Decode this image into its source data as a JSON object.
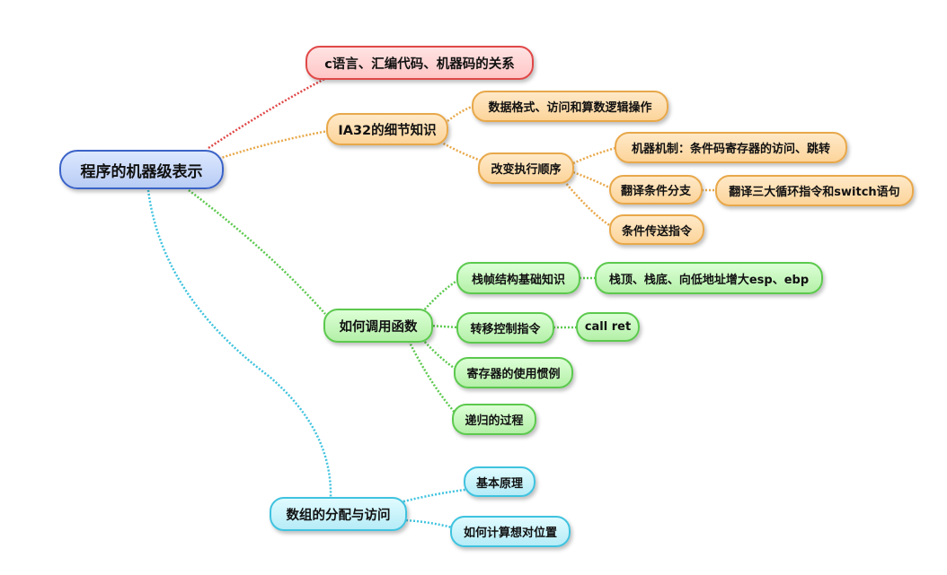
{
  "root": {
    "label": "程序的机器级表示"
  },
  "branches": {
    "relation": {
      "label": "c语言、汇编代码、机器码的关系",
      "color": "#e04848"
    },
    "ia32": {
      "label": "IA32的细节知识",
      "color": "#e8a84a",
      "data_ops": "数据格式、访问和算数逻辑操作",
      "exec_order": {
        "label": "改变执行顺序",
        "mechanism": "机器机制：条件码寄存器的访问、跳转",
        "cond_branch": "翻译条件分支",
        "loops": "翻译三大循环指令和switch语句",
        "cond_move": "条件传送指令"
      }
    },
    "func_call": {
      "label": "如何调用函数",
      "color": "#5cc94e",
      "stack_frame": "栈帧结构基础知识",
      "stack_detail": "栈顶、栈底、向低地址增大esp、ebp",
      "transfer": "转移控制指令",
      "call_ret": "call ret",
      "registers": "寄存器的使用惯例",
      "recursion": "递归的过程"
    },
    "array": {
      "label": "数组的分配与访问",
      "color": "#3fc3df",
      "basic": "基本原理",
      "compute": "如何计算想对位置"
    }
  }
}
